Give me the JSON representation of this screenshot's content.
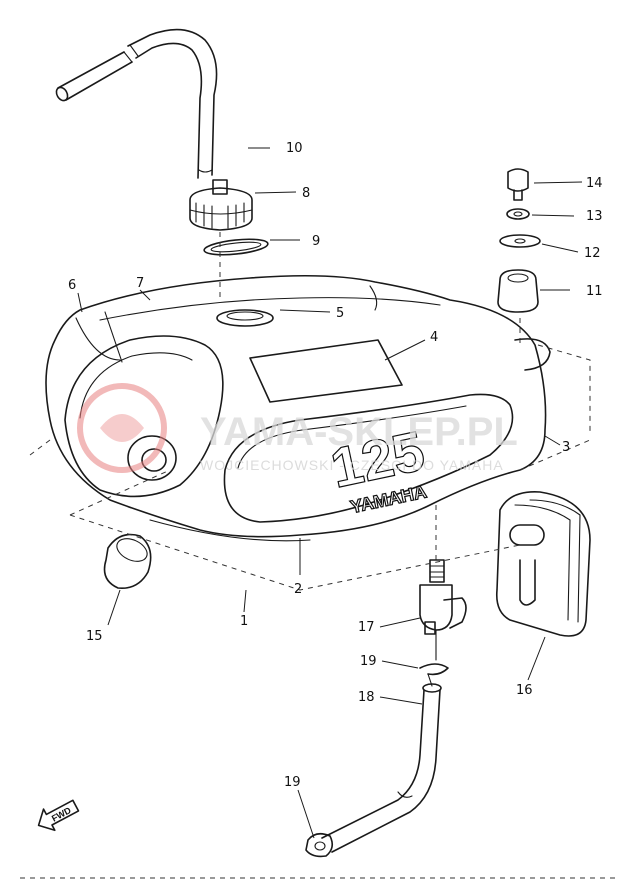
{
  "watermark": {
    "main": "YAMA-SKLEP.PL",
    "sub": "WOJCIECHOWSKI - CZESCI DO YAMAHA"
  },
  "decal": {
    "model": "125",
    "brand": "YAMAHA"
  },
  "fwd_label": "FWD",
  "part_labels": {
    "p1": "1",
    "p2": "2",
    "p3": "3",
    "p4": "4",
    "p5": "5",
    "p6": "6",
    "p7": "7",
    "p8": "8",
    "p9": "9",
    "p10": "10",
    "p11": "11",
    "p12": "12",
    "p13": "13",
    "p14": "14",
    "p15": "15",
    "p16": "16",
    "p17": "17",
    "p18": "18",
    "p19a": "19",
    "p19b": "19"
  },
  "colors": {
    "line": "#1a1a1a",
    "watermark_logo": "#e88080",
    "watermark_text": "#d9d9d9",
    "background": "#ffffff"
  }
}
